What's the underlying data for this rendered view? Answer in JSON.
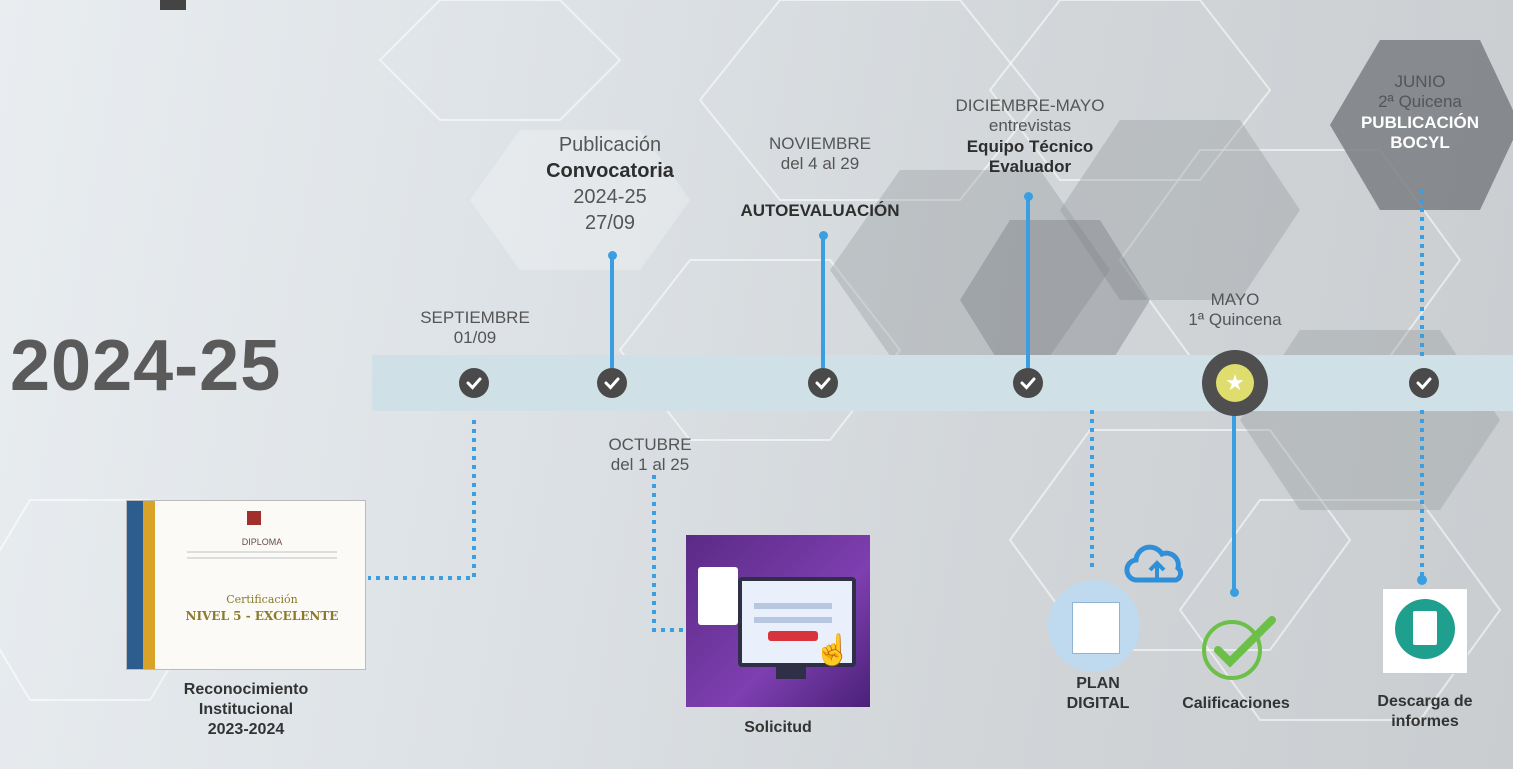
{
  "year": "2024-25",
  "events": {
    "septiembre": {
      "line1": "SEPTIEMBRE",
      "line2": "01/09"
    },
    "publicacion": {
      "line1": "Publicación",
      "line2": "Convocatoria",
      "line3": "2024-25",
      "line4": "27/09"
    },
    "noviembre": {
      "line1": "NOVIEMBRE",
      "line2": "del 4 al 29",
      "line3": "AUTOEVALUACIÓN"
    },
    "diciembre": {
      "line1": "DICIEMBRE-MAYO",
      "line2": "entrevistas",
      "line3": "Equipo Técnico",
      "line4": "Evaluador"
    },
    "mayo": {
      "line1": "MAYO",
      "line2": "1ª Quincena"
    },
    "junio": {
      "line1": "JUNIO",
      "line2": "2ª Quicena",
      "line3": "PUBLICACIÓN",
      "line4": "BOCYL"
    },
    "octubre": {
      "line1": "OCTUBRE",
      "line2": "del 1 al 25"
    }
  },
  "cards": {
    "diploma": {
      "title": "DIPLOMA",
      "line_a": "Certificación",
      "line_b": "NIVEL 5 - EXCELENTE",
      "caption1": "Reconocimiento",
      "caption2": "Institucional",
      "caption3": "2023-2024"
    },
    "solicitud": {
      "caption": "Solicitud"
    },
    "plan": {
      "caption1": "PLAN",
      "caption2": "DIGITAL"
    },
    "calificaciones": {
      "caption": "Calificaciones"
    },
    "descarga": {
      "caption1": "Descarga de",
      "caption2": "informes"
    }
  },
  "colors": {
    "band": "#cfe1e7",
    "line": "#3a9fe0",
    "check": "#4a4a4a",
    "star": "#dedd6d",
    "year_text": "#5a5a5a"
  },
  "icons": [
    "check-icon",
    "star-icon",
    "cloud-upload-icon",
    "checkmark-circle-icon",
    "report-document-icon",
    "cursor-hand-icon"
  ]
}
